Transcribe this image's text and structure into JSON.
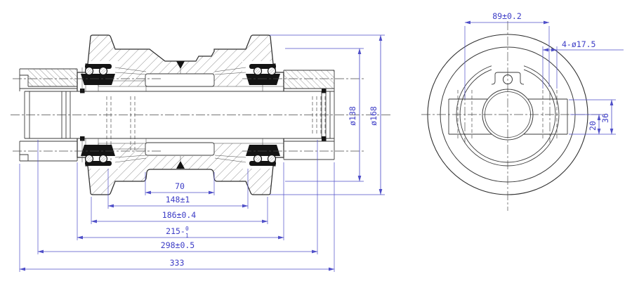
{
  "drawing_type": "technical drawing - track roller assembly, sectional view and end view",
  "colors": {
    "background": "#ffffff",
    "line": "#3a3a3a",
    "dimension": "#4f4fc8",
    "seal_fill": "#141414"
  },
  "section_view": {
    "label": "sectional-view",
    "dims": {
      "d70": "70",
      "d148": "148±1",
      "d186": "186±0.4",
      "d215_base": "215-",
      "d215_sup": "0",
      "d215_sub": "1",
      "d298": "298±0.5",
      "d333": "333",
      "dia138": "ø138",
      "dia168": "ø168"
    }
  },
  "end_view": {
    "label": "end-view",
    "dims": {
      "d89": "89±0.2",
      "holes": "4-ø17.5",
      "d36": "36",
      "d20": "20"
    }
  }
}
